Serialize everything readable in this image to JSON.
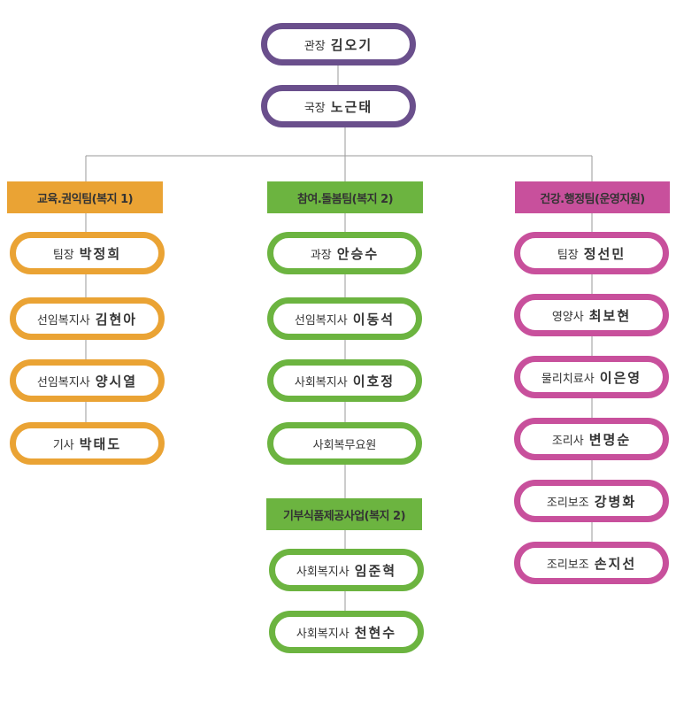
{
  "colors": {
    "top": "#6a4f8c",
    "team1": "#eaa334",
    "team2": "#6cb440",
    "team3": "#c8509c",
    "line": "#9a9a9a"
  },
  "director": {
    "role": "관장",
    "name": "김오기"
  },
  "bureau_chief": {
    "role": "국장",
    "name": "노근태"
  },
  "teams": [
    {
      "title": "교육.권익팀(복지 1)",
      "members": [
        {
          "role": "팀장",
          "name": "박정희"
        },
        {
          "role": "선임복지사",
          "name": "김현아"
        },
        {
          "role": "선임복지사",
          "name": "양시열"
        },
        {
          "role": "기사",
          "name": "박태도"
        }
      ]
    },
    {
      "title": "참여.돌봄팀(복지 2)",
      "members": [
        {
          "role": "과장",
          "name": "안승수"
        },
        {
          "role": "선임복지사",
          "name": "이동석"
        },
        {
          "role": "사회복지사",
          "name": "이호정"
        },
        {
          "role": "",
          "name": "사회복무요원"
        }
      ],
      "subteam": {
        "title": "기부식품제공사업(복지 2)",
        "members": [
          {
            "role": "사회복지사",
            "name": "임준혁"
          },
          {
            "role": "사회복지사",
            "name": "천현수"
          }
        ]
      }
    },
    {
      "title": "건강.행정팀(운영지원)",
      "members": [
        {
          "role": "팀장",
          "name": "정선민"
        },
        {
          "role": "영양사",
          "name": "최보현"
        },
        {
          "role": "물리치료사",
          "name": "이은영"
        },
        {
          "role": "조리사",
          "name": "변명순"
        },
        {
          "role": "조리보조",
          "name": "강병화"
        },
        {
          "role": "조리보조",
          "name": "손지선"
        }
      ]
    }
  ]
}
